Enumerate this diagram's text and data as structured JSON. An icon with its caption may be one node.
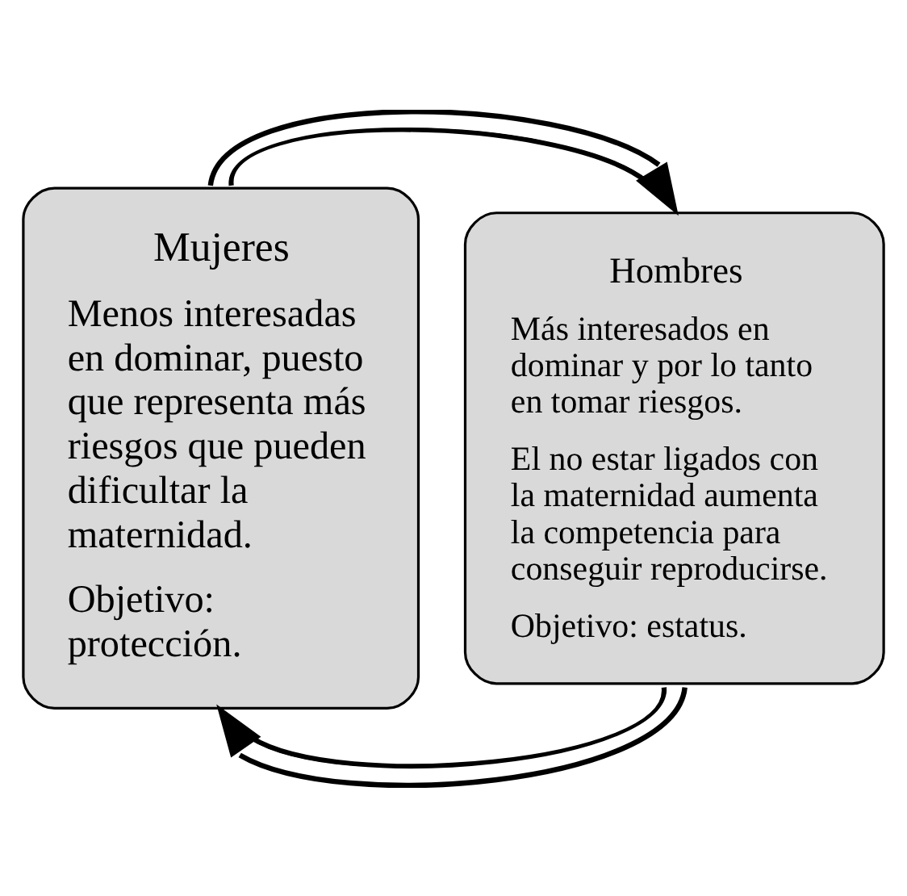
{
  "diagram": {
    "nodes": [
      {
        "text": [
          "Mujeres",
          "Menos interesadas en dominar, puesto que representa más riesgos que pueden dificultar la maternidad.",
          "Objetivo: protección."
        ]
      },
      {
        "text": [
          "Hombres",
          "Más interesados en dominar y por lo tanto en tomar riesgos.",
          "El no estar ligados con la maternidad aumenta la competencia para conseguir reproducirse.",
          "Objetivo: estatus."
        ]
      }
    ],
    "edges": [
      {
        "from": 0,
        "to": 1,
        "arrow": "to"
      },
      {
        "from": 1,
        "to": 0,
        "arrow": "to"
      }
    ]
  }
}
